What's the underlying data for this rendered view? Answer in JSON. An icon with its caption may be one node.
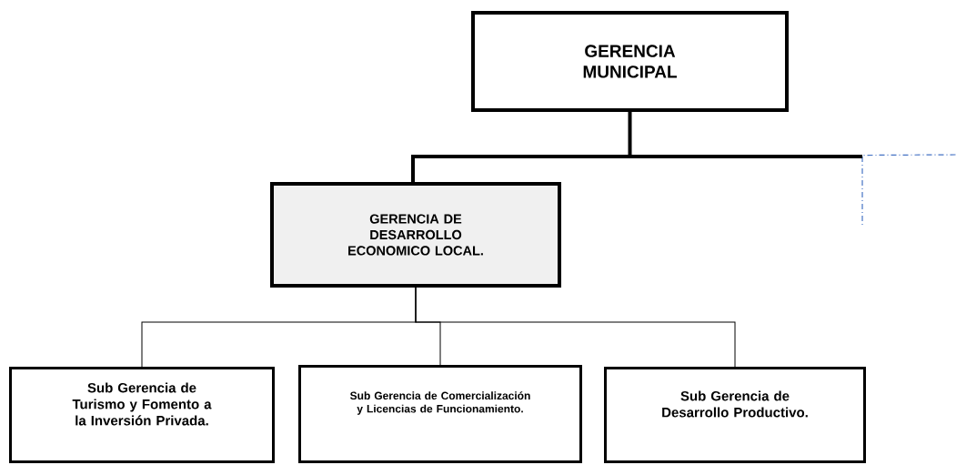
{
  "diagram": {
    "nodes": [
      {
        "text": [
          "GERENCIA MUNICIPAL"
        ]
      },
      {
        "text": [
          "GERENCIA DE DESARROLLO ECONOMICO LOCAL."
        ]
      },
      {
        "text": [
          "Sub Gerencia de Turismo y Fomento a la Inversión Privada."
        ]
      },
      {
        "text": [
          "Sub Gerencia de Comercialización y Licencias de Funcionamiento."
        ]
      },
      {
        "text": [
          "Sub Gerencia de Desarrollo Productivo."
        ]
      }
    ],
    "edges": [
      {
        "from": 0,
        "to": 1,
        "arrow": "none",
        "style": "thick"
      },
      {
        "from": 0,
        "to": null,
        "arrow": "none",
        "style": "dashed",
        "color": "#4472c4"
      },
      {
        "from": 1,
        "to": 2,
        "arrow": "none"
      },
      {
        "from": 1,
        "to": 3,
        "arrow": "none"
      },
      {
        "from": 1,
        "to": 4,
        "arrow": "none"
      }
    ]
  }
}
